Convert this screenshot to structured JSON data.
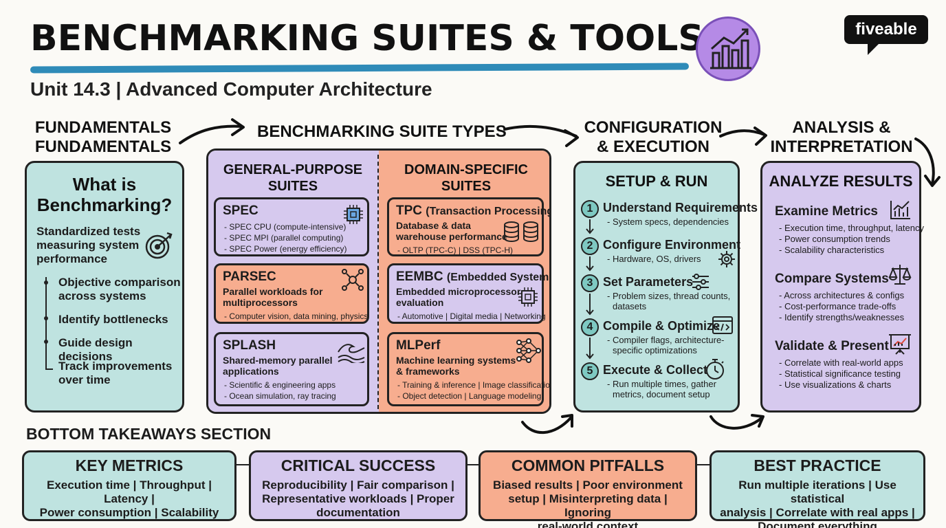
{
  "header": {
    "title": "BENCHMARKING SUITES & TOOLS",
    "subtitle": "Unit 14.3 | Advanced Computer Architecture",
    "brand": "fiveable"
  },
  "column_heads": {
    "fundamentals": [
      "FUNDAMENTALS",
      "FUNDAMENTALS"
    ],
    "suite_types": "BENCHMARKING SUITE TYPES",
    "config": [
      "CONFIGURATION",
      "& EXECUTION"
    ],
    "analysis": [
      "ANALYSIS &",
      "INTERPRETATION"
    ]
  },
  "fundamentals": {
    "heading": [
      "What is",
      "Benchmarking?"
    ],
    "definition": [
      "Standardized tests",
      "measuring system",
      "performance"
    ],
    "bullets": [
      [
        "Objective comparison",
        "across systems"
      ],
      [
        "Identify bottlenecks"
      ],
      [
        "Guide design decisions"
      ],
      [
        "Track improvements",
        "over time"
      ]
    ]
  },
  "suites": {
    "general_heading": [
      "GENERAL-PURPOSE",
      "SUITES"
    ],
    "domain_heading": [
      "DOMAIN-SPECIFIC",
      "SUITES"
    ],
    "spec": {
      "title": "SPEC",
      "items": [
        "- SPEC CPU (compute-intensive)",
        "- SPEC MPI (parallel computing)",
        "- SPEC Power (energy efficiency)"
      ]
    },
    "parsec": {
      "title": "PARSEC",
      "desc": [
        "Parallel workloads for",
        "multiprocessors"
      ],
      "items": [
        "- Computer vision, data mining, physics"
      ]
    },
    "splash": {
      "title": "SPLASH",
      "desc": [
        "Shared-memory parallel",
        "applications"
      ],
      "items": [
        "- Scientific & engineering apps",
        "- Ocean simulation, ray tracing"
      ]
    },
    "tpc": {
      "title": "TPC",
      "sub": "(Transaction Processing)",
      "desc": [
        "Database & data",
        "warehouse performance"
      ],
      "items": [
        "- OLTP (TPC-C) | DSS (TPC-H)"
      ]
    },
    "eembc": {
      "title": "EEMBC",
      "sub": "(Embedded Systems)",
      "desc": [
        "Embedded microprocessor",
        "evaluation"
      ],
      "items": [
        "- Automotive | Digital media | Networking"
      ]
    },
    "mlperf": {
      "title": "MLPerf",
      "desc": [
        "Machine learning systems",
        "& frameworks"
      ],
      "items": [
        "- Training & inference | Image classification",
        "- Object detection | Language modeling"
      ]
    }
  },
  "setup": {
    "heading": "SETUP & RUN",
    "steps": [
      {
        "num": "1",
        "title": "Understand Requirements",
        "desc": [
          "- System specs, dependencies"
        ]
      },
      {
        "num": "2",
        "title": "Configure Environment",
        "desc": [
          "- Hardware, OS, drivers"
        ]
      },
      {
        "num": "3",
        "title": "Set Parameters",
        "desc": [
          "- Problem sizes, thread counts,",
          "datasets"
        ]
      },
      {
        "num": "4",
        "title": "Compile & Optimize",
        "desc": [
          "- Compiler flags, architecture-",
          "specific optimizations"
        ]
      },
      {
        "num": "5",
        "title": "Execute & Collect",
        "desc": [
          "- Run multiple times, gather",
          "metrics, document setup"
        ]
      }
    ]
  },
  "analysis": {
    "heading": "ANALYZE RESULTS",
    "sections": [
      {
        "title": "Examine Metrics",
        "items": [
          "- Execution time, throughput, latency",
          "- Power consumption trends",
          "- Scalability characteristics"
        ]
      },
      {
        "title": "Compare Systems",
        "items": [
          "- Across architectures & configs",
          "- Cost-performance trade-offs",
          "- Identify strengths/weaknesses"
        ]
      },
      {
        "title": "Validate & Present",
        "items": [
          "- Correlate with real-world apps",
          "- Statistical significance testing",
          "- Use visualizations & charts"
        ]
      }
    ]
  },
  "bottom": {
    "label": "BOTTOM TAKEAWAYS SECTION",
    "boxes": [
      {
        "title": "KEY METRICS",
        "lines": [
          "Execution time | Throughput | Latency |",
          "Power consumption | Scalability"
        ]
      },
      {
        "title": "CRITICAL SUCCESS",
        "lines": [
          "Reproducibility | Fair comparison |",
          "Representative workloads | Proper",
          "documentation"
        ]
      },
      {
        "title": "COMMON PITFALLS",
        "lines": [
          "Biased results | Poor environment",
          "setup | Misinterpreting data | Ignoring",
          "real-world context"
        ]
      },
      {
        "title": "BEST PRACTICE",
        "lines": [
          "Run multiple iterations | Use statistical",
          "analysis | Correlate with real apps |",
          "Document everything"
        ]
      }
    ]
  },
  "colors": {
    "teal": "#bfe3e0",
    "purple": "#d6c9ee",
    "orange": "#f7ad8f",
    "underline": "#2f8bb8",
    "icon_circle": "#b58ae6"
  },
  "icons": [
    "bar-chart-trend-icon",
    "target-icon",
    "chip-icon",
    "network-icon",
    "wave-icon",
    "database-icon",
    "neural-net-icon",
    "gears-icon",
    "sliders-icon",
    "code-window-icon",
    "stopwatch-icon",
    "line-chart-icon",
    "balance-scale-icon",
    "presentation-icon"
  ]
}
